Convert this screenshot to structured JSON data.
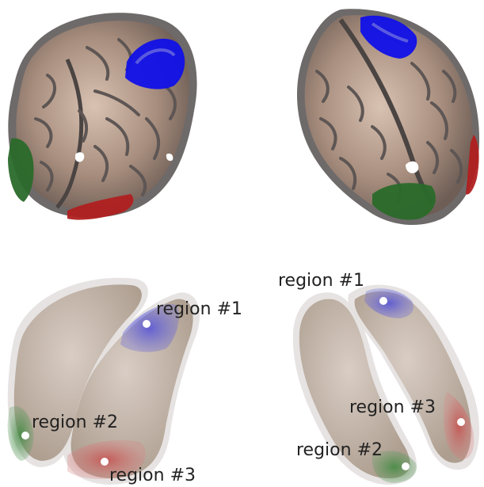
{
  "panels": {
    "top_left": {
      "view": "inflated cortex, left oblique"
    },
    "top_right": {
      "view": "inflated cortex, right oblique"
    },
    "bottom_left": {
      "view": "smoothed hemispheres, left oblique"
    },
    "bottom_right": {
      "view": "smoothed hemispheres, right oblique"
    }
  },
  "labels": {
    "bl_region1": "region #1",
    "bl_region2": "region #2",
    "bl_region3": "region #3",
    "br_region1": "region #1",
    "br_region2": "region #2",
    "br_region3": "region #3"
  },
  "colors": {
    "cortex": "#b39a8a",
    "cortex_dark": "#5c5553",
    "sulcus_grey": "#6e6a6a",
    "smooth_tissue": "#c9b8ad",
    "smooth_shadow": "#d9d7d6",
    "region1_blue": "#1010e8",
    "region2_green": "#2a6a2a",
    "region3_red": "#b02020",
    "marker": "#ffffff"
  }
}
